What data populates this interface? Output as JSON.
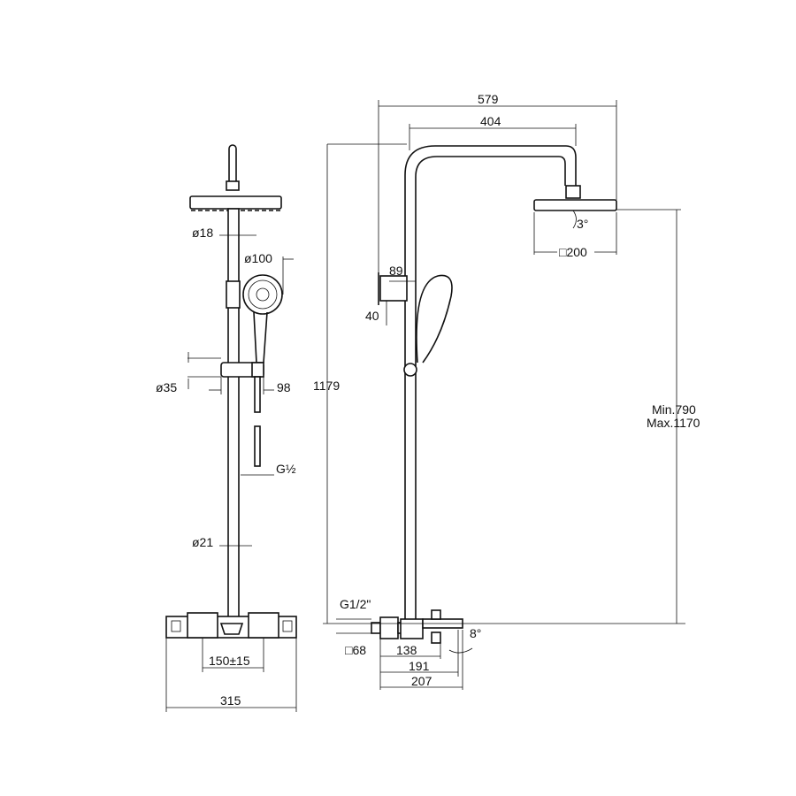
{
  "front_view": {
    "dim_pipe_top": "ø18",
    "dim_hand_shower": "ø100",
    "dim_slider": "ø35",
    "dim_offset": "98",
    "dim_hose_thread": "G½",
    "dim_pipe_bottom": "ø21",
    "dim_inlet_spacing": "150±15",
    "dim_mixer_width": "315"
  },
  "side_view": {
    "dim_total_reach": "579",
    "dim_arm_reach": "404",
    "dim_total_height": "1179",
    "dim_head_tilt": "3°",
    "dim_head_size": "□200",
    "dim_bracket_depth": "89",
    "dim_bracket_height": "40",
    "dim_height_min": "Min.790",
    "dim_height_max": "Max.1170",
    "dim_inlet_thread": "G1/2\"",
    "dim_escutcheon": "□68",
    "dim_138": "138",
    "dim_191": "191",
    "dim_207": "207",
    "dim_spout_angle": "8°"
  }
}
